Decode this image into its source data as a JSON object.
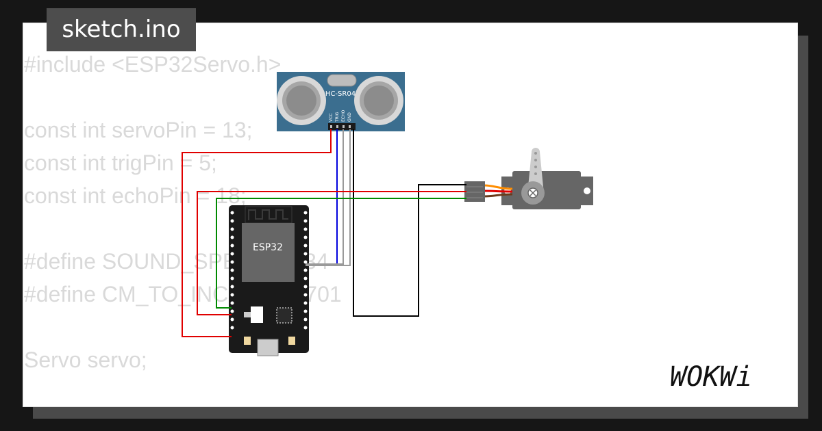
{
  "file_tab": {
    "label": "sketch.ino"
  },
  "code_lines": [
    "#include <ESP32Servo.h>",
    "",
    "const int servoPin = 13;",
    "const int trigPin = 5;",
    "const int echoPin = 18;",
    "",
    "#define SOUND_SPEED 0.034",
    "#define CM_TO_INCH 0.393701",
    "",
    "Servo servo;"
  ],
  "parts": {
    "ultrasonic": {
      "label": "HC-SR04",
      "pins": [
        "VCC",
        "TRIG",
        "ECHO",
        "GND"
      ]
    },
    "mcu": {
      "label": "ESP32"
    },
    "servo": {
      "label": ""
    }
  },
  "logo": {
    "text": "WOKWi"
  },
  "colors": {
    "wire_red": "#e00000",
    "wire_blue": "#0000dd",
    "wire_green": "#008a00",
    "wire_black": "#000000",
    "wire_gray": "#9a9a9a",
    "sensor_blue": "#3b6e8f",
    "servo_orange": "#ff8c00"
  }
}
